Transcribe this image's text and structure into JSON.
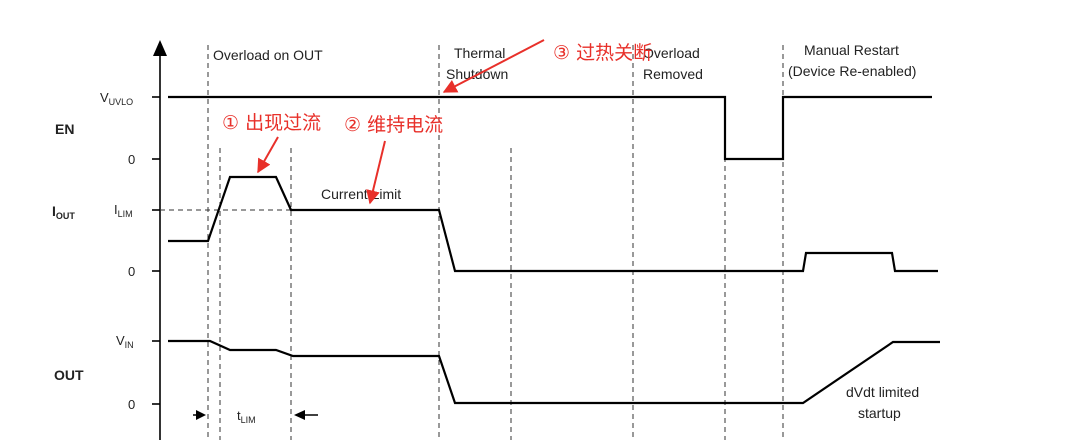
{
  "signals": {
    "en": "EN",
    "iout_main": "I",
    "iout_sub": "OUT",
    "out": "OUT"
  },
  "levels": {
    "vuvlo_main": "V",
    "vuvlo_sub": "UVLO",
    "ilim_main": "I",
    "ilim_sub": "LIM",
    "vin_main": "V",
    "vin_sub": "IN",
    "zero": "0"
  },
  "events": {
    "overload": "Overload on OUT",
    "thermal_1": "Thermal",
    "thermal_2": "Shutdown",
    "removed_1": "Overload",
    "removed_2": "Removed",
    "restart_1": "Manual Restart",
    "restart_2": "(Device Re-enabled)"
  },
  "labels": {
    "current_limit": "Current Limit",
    "tlim_main": "t",
    "tlim_sub": "LIM",
    "dvdt_1": "dVdt limited",
    "dvdt_2": "startup"
  },
  "annotations": {
    "a1": "① 出现过流",
    "a2": "② 维持电流",
    "a3": "③ 过热关断"
  },
  "colors": {
    "annotation": "#e8302a",
    "waveform": "#000000"
  }
}
